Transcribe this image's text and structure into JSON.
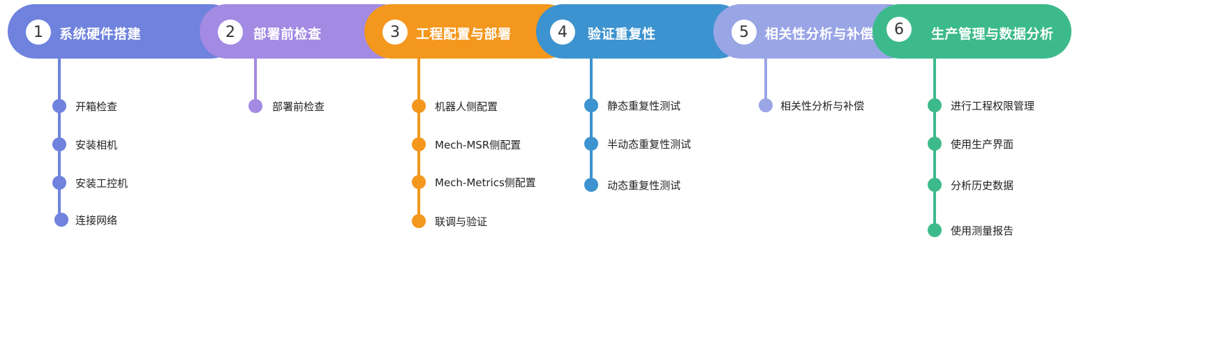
{
  "stages": [
    {
      "number": "1",
      "title": "系统硬件搭建",
      "color": "#6F82DD",
      "steps": [
        "开箱检查",
        "安装相机",
        "安装工控机",
        "连接网络"
      ]
    },
    {
      "number": "2",
      "title": "部署前检查",
      "color": "#A38AE3",
      "steps": [
        "部署前检查"
      ]
    },
    {
      "number": "3",
      "title": "工程配置与部署",
      "color": "#F4971D",
      "steps": [
        "机器人侧配置",
        "Mech-MSR侧配置",
        "Mech-Metrics侧配置",
        "联调与验证"
      ]
    },
    {
      "number": "4",
      "title": "验证重复性",
      "color": "#3D93CF",
      "steps": [
        "静态重复性测试",
        "半动态重复性测试",
        "动态重复性测试"
      ]
    },
    {
      "number": "5",
      "title": "相关性分析与补偿",
      "color": "#9AA5E6",
      "steps": [
        "相关性分析与补偿"
      ]
    },
    {
      "number": "6",
      "title": "生产管理与数据分析",
      "color": "#3DBA8C",
      "steps": [
        "进行工程权限管理",
        "使用生产界面",
        "分析历史数据",
        "使用测量报告"
      ]
    }
  ]
}
